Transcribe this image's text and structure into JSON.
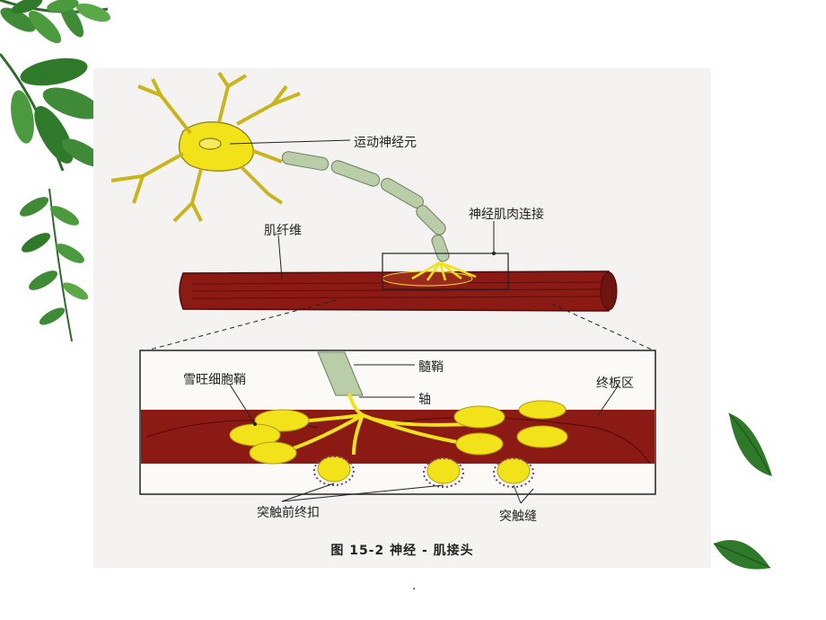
{
  "labels": {
    "motor_neuron": "运动神经元",
    "nmj": "神经肌肉连接",
    "muscle_fiber": "肌纤维",
    "myelin": "髓鞘",
    "schwann": "雪旺细胞鞘",
    "axon": "轴",
    "endplate": "终板区",
    "presynaptic": "突触前终扣",
    "cleft": "突触缝"
  },
  "caption": "图 15-2   神经 - 肌接头",
  "footer_dot": ".",
  "colors": {
    "muscle": "#8b1a14",
    "neuron": "#f1e21a",
    "myelin": "#b9cda8",
    "leaf": "#2f7a2a"
  }
}
